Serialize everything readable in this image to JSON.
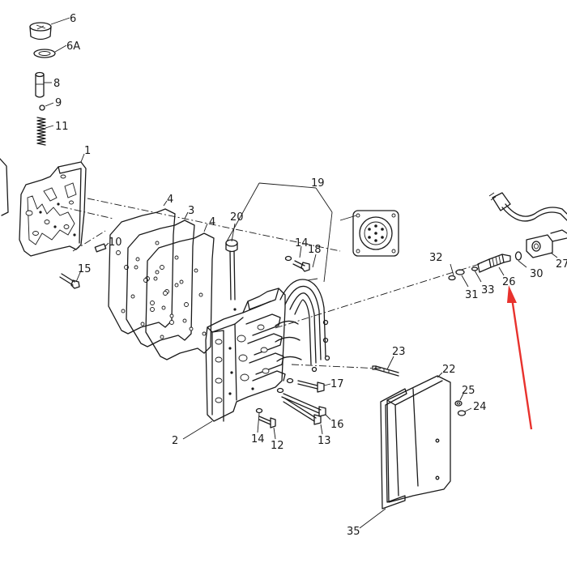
{
  "diagram": {
    "labels": [
      {
        "id": "6",
        "text": "6"
      },
      {
        "id": "6A",
        "text": "6A"
      },
      {
        "id": "8",
        "text": "8"
      },
      {
        "id": "9",
        "text": "9"
      },
      {
        "id": "11",
        "text": "11"
      },
      {
        "id": "1",
        "text": "1"
      },
      {
        "id": "10",
        "text": "10"
      },
      {
        "id": "15",
        "text": "15"
      },
      {
        "id": "4a",
        "text": "4"
      },
      {
        "id": "3",
        "text": "3"
      },
      {
        "id": "4b",
        "text": "4"
      },
      {
        "id": "20",
        "text": "20"
      },
      {
        "id": "19",
        "text": "19"
      },
      {
        "id": "14a",
        "text": "14"
      },
      {
        "id": "18",
        "text": "18"
      },
      {
        "id": "32",
        "text": "32"
      },
      {
        "id": "31",
        "text": "31"
      },
      {
        "id": "33",
        "text": "33"
      },
      {
        "id": "26",
        "text": "26"
      },
      {
        "id": "30",
        "text": "30"
      },
      {
        "id": "27",
        "text": "27"
      },
      {
        "id": "23",
        "text": "23"
      },
      {
        "id": "17",
        "text": "17"
      },
      {
        "id": "22",
        "text": "22"
      },
      {
        "id": "25",
        "text": "25"
      },
      {
        "id": "24",
        "text": "24"
      },
      {
        "id": "16",
        "text": "16"
      },
      {
        "id": "13",
        "text": "13"
      },
      {
        "id": "12",
        "text": "12"
      },
      {
        "id": "14b",
        "text": "14"
      },
      {
        "id": "2",
        "text": "2"
      },
      {
        "id": "35",
        "text": "35"
      }
    ],
    "annotation_arrow_color": "#e8322d",
    "line_color": "#1a1a1a",
    "background": "#ffffff"
  }
}
